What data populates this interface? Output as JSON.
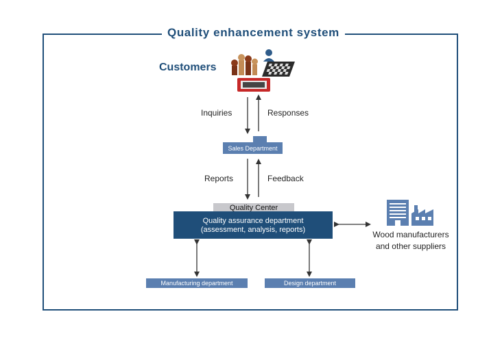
{
  "title": "Quality enhancement system",
  "customers": {
    "label": "Customers"
  },
  "flows": {
    "inquiries": "Inquiries",
    "responses": "Responses",
    "reports": "Reports",
    "feedback": "Feedback"
  },
  "nodes": {
    "sales": "Sales Department",
    "quality_center": "Quality Center",
    "qad_line1": "Quality assurance department",
    "qad_line2": "(assessment, analysis, reports)",
    "manufacturing": "Manufacturing department",
    "design": "Design department",
    "suppliers_line1": "Wood manufacturers",
    "suppliers_line2": "and other suppliers"
  },
  "icons": [
    "chess-pieces-icon",
    "chessboard-icon",
    "user-icon",
    "chess-clock-icon",
    "office-building-icon",
    "factory-icon"
  ],
  "colors": {
    "dark_blue": "#1f4e79",
    "mid_blue": "#5b7fb0",
    "grey": "#c8c8cc"
  }
}
